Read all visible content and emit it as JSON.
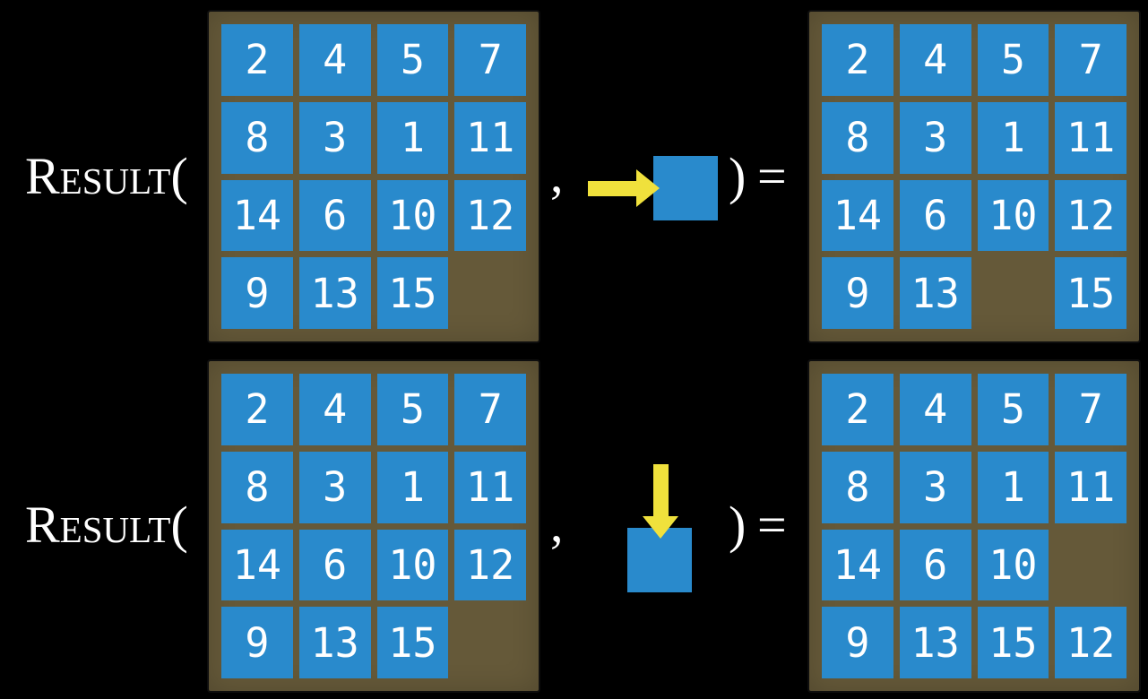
{
  "colors": {
    "background": "#000000",
    "board": "#655939",
    "tile": "#298ACC",
    "number": "#FFFFFF",
    "arrow": "#F0E13C",
    "text": "#FFFFFF"
  },
  "labels": {
    "function": "Result(",
    "comma": ",",
    "close_paren": ")",
    "equals": "="
  },
  "rows": [
    {
      "name": "slide-tile-right-example",
      "input_grid": {
        "cells": [
          2,
          4,
          5,
          7,
          8,
          3,
          1,
          11,
          14,
          6,
          10,
          12,
          9,
          13,
          15,
          null
        ]
      },
      "action": {
        "direction": "right",
        "icon": "right-arrow-icon"
      },
      "output_grid": {
        "cells": [
          2,
          4,
          5,
          7,
          8,
          3,
          1,
          11,
          14,
          6,
          10,
          12,
          9,
          13,
          null,
          15
        ]
      }
    },
    {
      "name": "slide-tile-down-example",
      "input_grid": {
        "cells": [
          2,
          4,
          5,
          7,
          8,
          3,
          1,
          11,
          14,
          6,
          10,
          12,
          9,
          13,
          15,
          null
        ]
      },
      "action": {
        "direction": "down",
        "icon": "down-arrow-icon"
      },
      "output_grid": {
        "cells": [
          2,
          4,
          5,
          7,
          8,
          3,
          1,
          11,
          14,
          6,
          10,
          null,
          9,
          13,
          15,
          12
        ]
      }
    }
  ]
}
